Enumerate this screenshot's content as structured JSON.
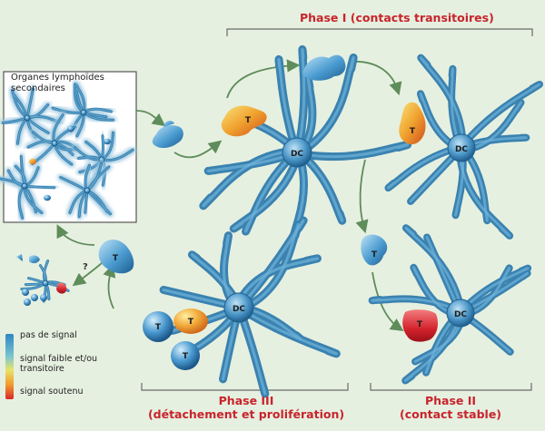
{
  "colors": {
    "background": "#e6f0e0",
    "phase_title": "#c8242c",
    "dendrite": "#3a82b0",
    "dendrite_light": "#6fb3db",
    "arrow": "#5e8c5a",
    "bracket": "#6a6a6a"
  },
  "inset": {
    "title": "Organes lymphoïdes secondaires"
  },
  "phases": {
    "phase1_title": "Phase I (contacts transitoires)",
    "phase2_title": "Phase II",
    "phase2_subtitle": "(contact stable)",
    "phase3_title": "Phase III",
    "phase3_subtitle": "(détachement et prolifération)"
  },
  "labels": {
    "dc": "DC",
    "t": "T",
    "question": "?"
  },
  "legend": {
    "items": [
      {
        "label": "pas de signal"
      },
      {
        "label": "signal faible et/ou transitoire"
      },
      {
        "label": "signal soutenu"
      }
    ]
  }
}
